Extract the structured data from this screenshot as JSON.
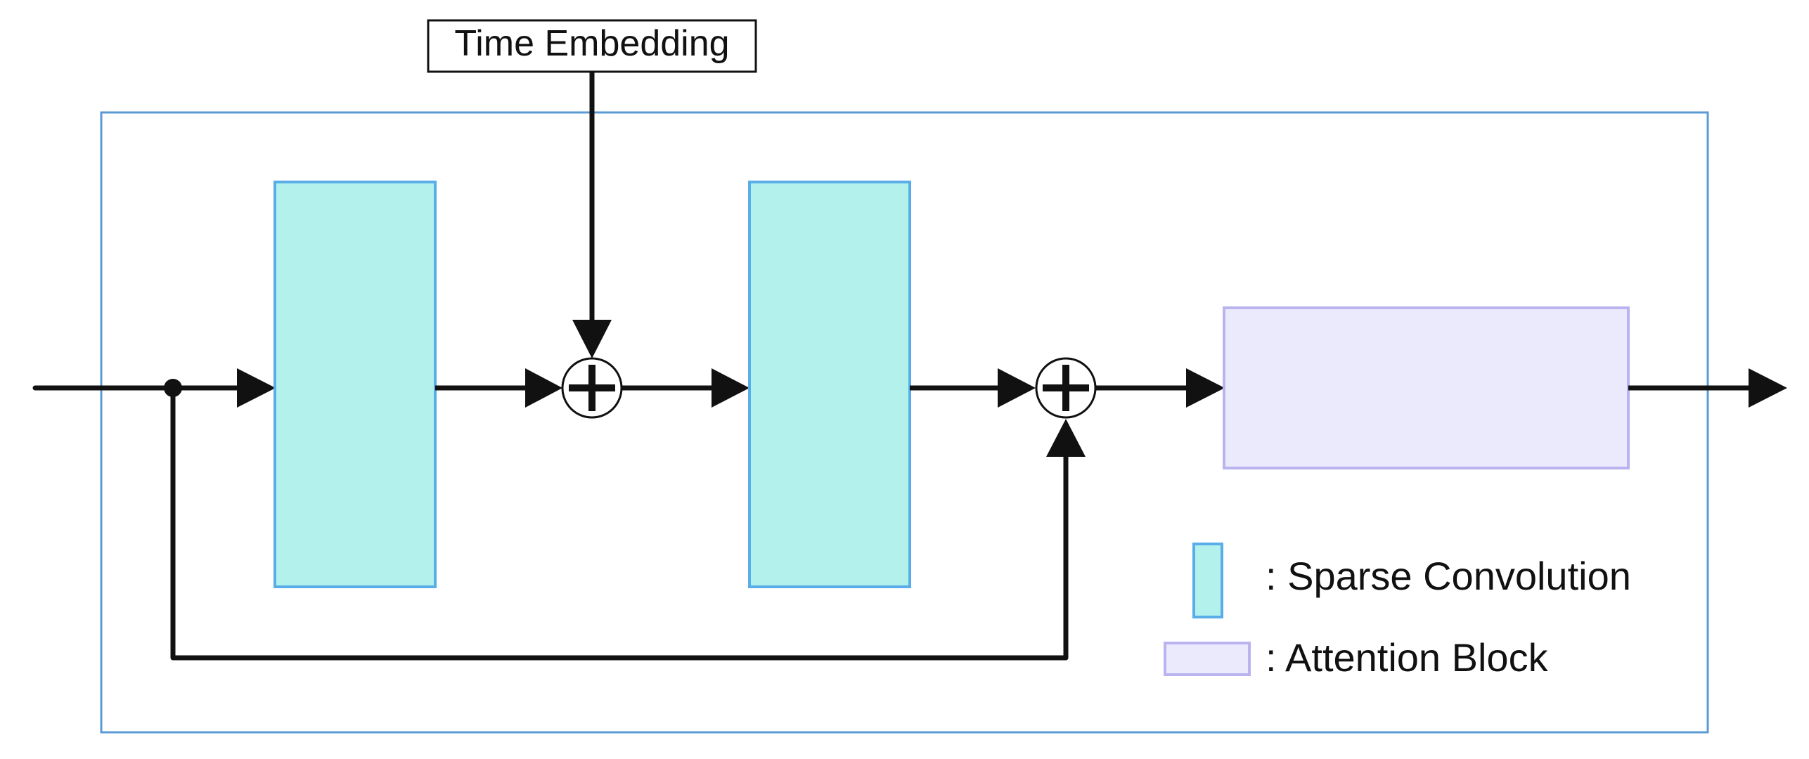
{
  "time_embedding": {
    "label": "Time Embedding"
  },
  "legend": {
    "sparse_conv_label": ": Sparse Convolution",
    "attention_label": ": Attention Block"
  },
  "colors": {
    "frame_border": "#5b9bd5",
    "sparse_conv_fill": "#b3f2ec",
    "sparse_conv_border": "#5aaee8",
    "attention_fill": "#ebeafc",
    "attention_border": "#b9b4ee",
    "line": "#111111"
  },
  "icons": {
    "adder": "circled-plus"
  }
}
